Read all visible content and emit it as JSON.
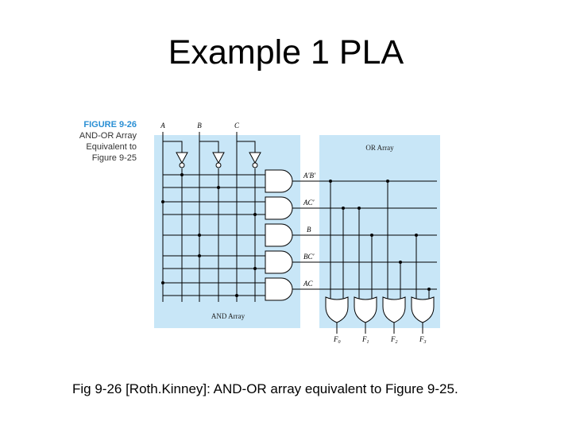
{
  "slide_title": "Example 1 PLA",
  "figure_label": {
    "number": "FIGURE 9-26",
    "line1": "AND-OR Array",
    "line2": "Equivalent to",
    "line3": "Figure 9-25"
  },
  "inputs": [
    "A",
    "B",
    "C"
  ],
  "and_array_label": "AND Array",
  "or_array_label": "OR Array",
  "product_terms": [
    "A′B′",
    "AC′",
    "B",
    "BC′",
    "AC"
  ],
  "outputs": [
    {
      "name": "F",
      "sub": "0"
    },
    {
      "name": "F",
      "sub": "1"
    },
    {
      "name": "F",
      "sub": "2"
    },
    {
      "name": "F",
      "sub": "3"
    }
  ],
  "caption": "Fig 9-26 [Roth.Kinney]: AND-OR array equivalent to Figure 9-25.",
  "colors": {
    "array_fill": "#c8e6f7",
    "figure_accent": "#2a8fd4",
    "wire": "#000000"
  }
}
